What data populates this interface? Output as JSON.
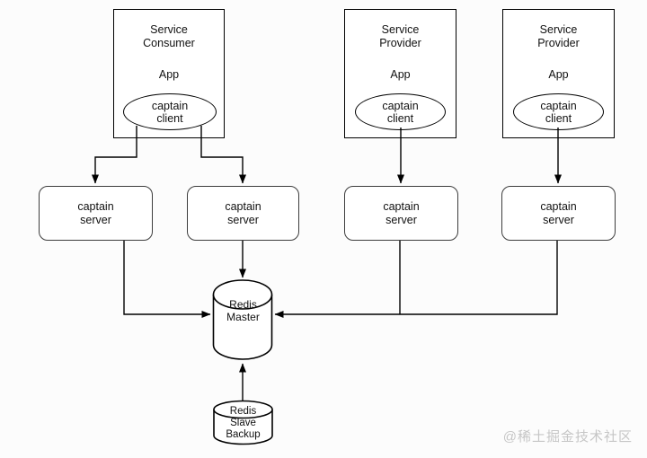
{
  "colors": {
    "stroke": "#000000",
    "server_stroke": "#3d3d3d",
    "background": "#fcfcfc",
    "node_fill": "#ffffff",
    "watermark": "#c6c6c6"
  },
  "nodes": {
    "consumer": {
      "title_line1": "Service",
      "title_line2": "Consumer",
      "app_label": "App",
      "client_line1": "captain",
      "client_line2": "client"
    },
    "provider1": {
      "title_line1": "Service",
      "title_line2": "Provider",
      "app_label": "App",
      "client_line1": "captain",
      "client_line2": "client"
    },
    "provider2": {
      "title_line1": "Service",
      "title_line2": "Provider",
      "app_label": "App",
      "client_line1": "captain",
      "client_line2": "client"
    },
    "servers": [
      {
        "line1": "captain",
        "line2": "server"
      },
      {
        "line1": "captain",
        "line2": "server"
      },
      {
        "line1": "captain",
        "line2": "server"
      },
      {
        "line1": "captain",
        "line2": "server"
      }
    ],
    "redis_master": {
      "line1": "Redis",
      "line2": "Master"
    },
    "redis_slave": {
      "line1": "Redis",
      "line2": "Slave",
      "line3": "Backup"
    }
  },
  "watermark": "@稀土掘金技术社区"
}
